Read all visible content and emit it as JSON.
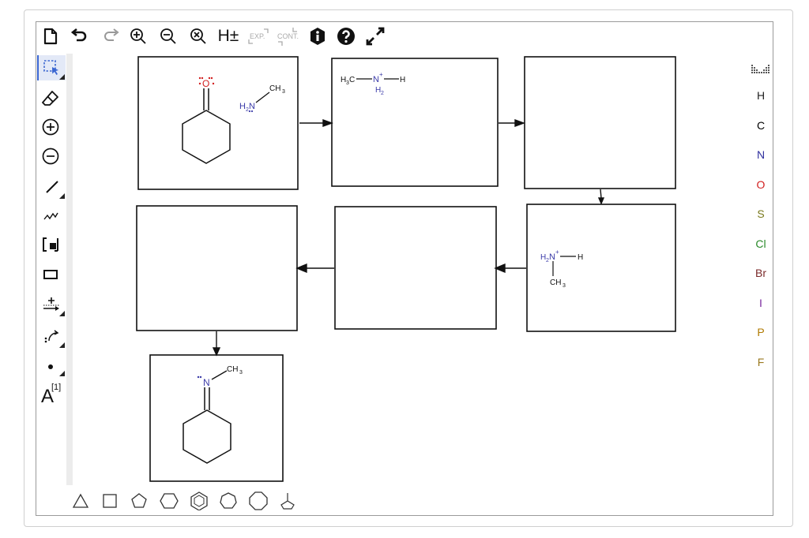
{
  "toolbar_top": {
    "buttons": [
      {
        "name": "new-document",
        "icon": "document-icon"
      },
      {
        "name": "undo",
        "icon": "undo-icon"
      },
      {
        "name": "redo",
        "icon": "redo-icon"
      },
      {
        "name": "zoom-in",
        "icon": "zoom-in-icon"
      },
      {
        "name": "zoom-out",
        "icon": "zoom-out-icon"
      },
      {
        "name": "zoom-reset",
        "icon": "zoom-reset-icon"
      },
      {
        "name": "hydrogens",
        "icon": "h-plus-minus-icon",
        "label": "H±"
      },
      {
        "name": "expand",
        "icon": "expand-abbrev-icon",
        "label": "EXP."
      },
      {
        "name": "contract",
        "icon": "contract-abbrev-icon",
        "label": "CONT."
      },
      {
        "name": "info",
        "icon": "info-icon"
      },
      {
        "name": "help",
        "icon": "question-icon"
      },
      {
        "name": "fullscreen",
        "icon": "fullscreen-icon"
      }
    ],
    "h_label": "H±",
    "exp_label": "EXP.",
    "cont_label": "CONT."
  },
  "toolbar_left": {
    "tools": [
      "select",
      "eraser",
      "increase-charge",
      "decrease-charge",
      "single-bond",
      "chain",
      "bracket",
      "rectangle",
      "reaction-arrow",
      "electron-pushing",
      "lone-pair",
      "atom-map"
    ],
    "atom_map_label": "A",
    "atom_map_sup": "[1]"
  },
  "elements": [
    {
      "symbol": "H",
      "color": "#222222"
    },
    {
      "symbol": "C",
      "color": "#000000"
    },
    {
      "symbol": "N",
      "color": "#2f2f9e"
    },
    {
      "symbol": "O",
      "color": "#d22020"
    },
    {
      "symbol": "S",
      "color": "#7a7a1e"
    },
    {
      "symbol": "Cl",
      "color": "#2a8a2a"
    },
    {
      "symbol": "Br",
      "color": "#7a2a2a"
    },
    {
      "symbol": "I",
      "color": "#7a2a9e"
    },
    {
      "symbol": "P",
      "color": "#b07a00"
    },
    {
      "symbol": "F",
      "color": "#9a7a20"
    }
  ],
  "shapes_bottom": [
    "triangle",
    "square",
    "pentagon",
    "hexagon",
    "benzene",
    "heptagon",
    "octagon",
    "bicyclic"
  ],
  "molecules": {
    "box1": {
      "oxygen": "O",
      "amine_h2": "H",
      "amine_sub2": "2",
      "amine_n": "N",
      "methyl": "CH",
      "methyl_sub": "3"
    },
    "box2": {
      "h3c": "H",
      "h3c_sub": "3",
      "h3c_c": "C",
      "n_plus": "N",
      "plus": "+",
      "h": "H",
      "h2": "H",
      "h2_sub": "2"
    },
    "box6": {
      "h2": "H",
      "h2_sub": "2",
      "n_plus": "N",
      "plus": "+",
      "h": "H",
      "ch": "CH",
      "ch_sub": "3"
    },
    "box7": {
      "n": "N",
      "ch": "CH",
      "ch_sub": "3"
    }
  },
  "colors": {
    "nitrogen": "#3b3ba8",
    "oxygen": "#d22020",
    "lonepair_n": "#3b3ba8",
    "lonepair_o": "#d22020"
  }
}
